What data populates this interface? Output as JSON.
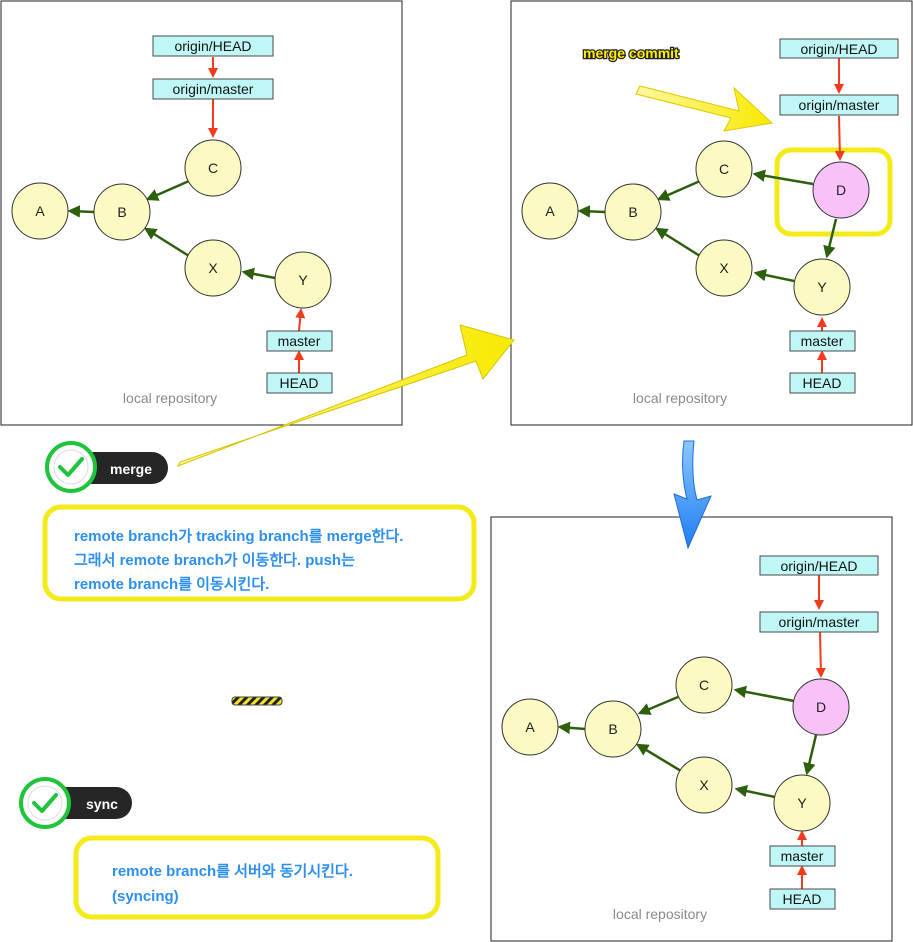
{
  "panels": [
    {
      "id": "before-merge",
      "caption": "local repository",
      "nodes": [
        {
          "id": "A",
          "label": "A"
        },
        {
          "id": "B",
          "label": "B"
        },
        {
          "id": "C",
          "label": "C"
        },
        {
          "id": "X",
          "label": "X"
        },
        {
          "id": "Y",
          "label": "Y"
        }
      ],
      "refs": [
        {
          "id": "origin-head",
          "label": "origin/HEAD"
        },
        {
          "id": "origin-master",
          "label": "origin/master"
        },
        {
          "id": "master",
          "label": "master"
        },
        {
          "id": "head",
          "label": "HEAD"
        }
      ]
    },
    {
      "id": "after-merge",
      "caption": "local repository",
      "nodes": [
        {
          "id": "A",
          "label": "A"
        },
        {
          "id": "B",
          "label": "B"
        },
        {
          "id": "C",
          "label": "C"
        },
        {
          "id": "D",
          "label": "D"
        },
        {
          "id": "X",
          "label": "X"
        },
        {
          "id": "Y",
          "label": "Y"
        }
      ],
      "refs": [
        {
          "id": "origin-head",
          "label": "origin/HEAD"
        },
        {
          "id": "origin-master",
          "label": "origin/master"
        },
        {
          "id": "master",
          "label": "master"
        },
        {
          "id": "head",
          "label": "HEAD"
        }
      ],
      "callout": "merge commit"
    },
    {
      "id": "after-sync",
      "caption": "local repository",
      "nodes": [
        {
          "id": "A",
          "label": "A"
        },
        {
          "id": "B",
          "label": "B"
        },
        {
          "id": "C",
          "label": "C"
        },
        {
          "id": "D",
          "label": "D"
        },
        {
          "id": "X",
          "label": "X"
        },
        {
          "id": "Y",
          "label": "Y"
        }
      ],
      "refs": [
        {
          "id": "origin-head",
          "label": "origin/HEAD"
        },
        {
          "id": "origin-master",
          "label": "origin/master"
        },
        {
          "id": "master",
          "label": "master"
        },
        {
          "id": "head",
          "label": "HEAD"
        }
      ]
    }
  ],
  "badges": {
    "merge": "merge",
    "sync": "sync"
  },
  "notes": {
    "merge": [
      "remote branch가 tracking branch를 merge한다.",
      "그래서 remote branch가 이동한다.  push는",
      "remote branch를 이동시킨다."
    ],
    "sync": [
      "remote branch를 서버와 동기시킨다.",
      "(syncing)"
    ]
  },
  "icons": {
    "badge": "check-circle-icon",
    "transition-right": "yellow-arrow-icon",
    "transition-down": "blue-down-arrow-icon",
    "separator": "caution-stripe-icon"
  },
  "colors": {
    "commit": "#fafac2",
    "merge_commit": "#f8c2f8",
    "ref_label": "#bff7f7",
    "parent_edge": "#2d5f0c",
    "ref_edge": "#f23a1c",
    "highlight": "#f3ea1a",
    "note_text": "#2d8ff0",
    "badge_check": "#1fc43b",
    "down_arrow": "#2f8bf2"
  }
}
